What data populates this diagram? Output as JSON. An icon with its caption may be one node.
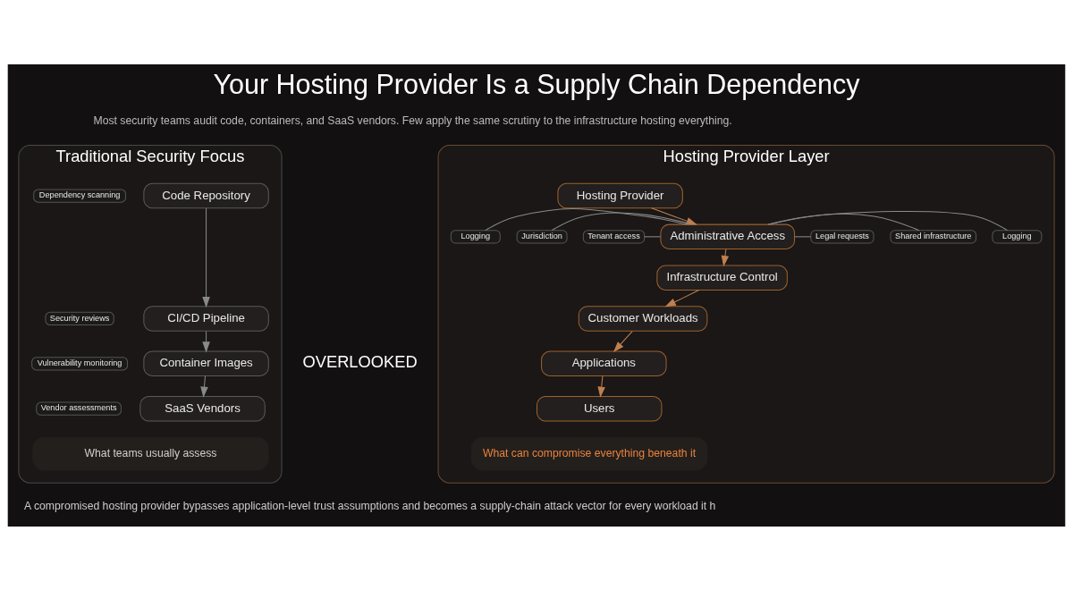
{
  "diagram": {
    "title": "Your Hosting Provider Is a Supply Chain Dependency",
    "caption": "A compromised hosting provider bypasses application-level trust assumptions and becomes a supply-chain attack vector for every workload it h",
    "nodes": [
      {
        "text": [
          "Traditional Security Focus"
        ]
      },
      {
        "text": [
          "Code Repository"
        ],
        "in": 0
      },
      {
        "text": [
          "Dependency scanning"
        ],
        "in": 0
      },
      {
        "text": [
          "CI/CD Pipeline"
        ],
        "in": 0
      },
      {
        "text": [
          "Security reviews"
        ],
        "in": 0
      },
      {
        "text": [
          "Container Images"
        ],
        "in": 0
      },
      {
        "text": [
          "Vulnerability monitoring"
        ],
        "in": 0
      },
      {
        "text": [
          "SaaS Vendors"
        ],
        "in": 0
      },
      {
        "text": [
          "Vendor assessments"
        ],
        "in": 0
      },
      {
        "text": [
          "What teams usually assess"
        ],
        "in": 0
      },
      {
        "text": [
          "Hosting Provider Layer"
        ]
      },
      {
        "text": [
          "Hosting Provider"
        ],
        "in": 10
      },
      {
        "text": [
          "Tenant access"
        ],
        "in": 10
      },
      {
        "text": [
          "Jurisdiction"
        ],
        "in": 10
      },
      {
        "text": [
          "Logging"
        ],
        "in": 10
      },
      {
        "text": [
          "Administrative Access"
        ],
        "in": 10
      },
      {
        "text": [
          "Logging"
        ],
        "in": 10
      },
      {
        "text": [
          "Shared infrastructure"
        ],
        "in": 10
      },
      {
        "text": [
          "Legal requests"
        ],
        "in": 10
      },
      {
        "text": [
          "Infrastructure Control"
        ],
        "in": 10
      },
      {
        "text": [
          "Customer Workloads"
        ],
        "in": 10
      },
      {
        "text": [
          "Applications"
        ],
        "in": 10
      },
      {
        "text": [
          "Users"
        ],
        "in": 10
      },
      {
        "text": [
          "What can compromise everything beneath it"
        ],
        "in": 10
      }
    ],
    "edges": [
      {
        "from": 1,
        "to": 3,
        "arrow": "to"
      },
      {
        "from": 3,
        "to": 5,
        "arrow": "to"
      },
      {
        "from": 5,
        "to": 7,
        "arrow": "to"
      },
      {
        "from": 11,
        "to": 15,
        "arrow": "to",
        "color": "#c08050"
      },
      {
        "from": 12,
        "to": 15,
        "arrow": "none"
      },
      {
        "from": 13,
        "to": 15,
        "arrow": "none"
      },
      {
        "from": 14,
        "to": 15,
        "arrow": "none"
      },
      {
        "from": 15,
        "to": 16,
        "arrow": "none"
      },
      {
        "from": 15,
        "to": 17,
        "arrow": "none"
      },
      {
        "from": 15,
        "to": 18,
        "arrow": "none"
      },
      {
        "from": 15,
        "to": 19,
        "arrow": "to",
        "color": "#c08050"
      },
      {
        "from": 19,
        "to": 20,
        "arrow": "to",
        "color": "#c08050"
      },
      {
        "from": 20,
        "to": 21,
        "arrow": "to",
        "color": "#c08050"
      },
      {
        "from": 21,
        "to": 22,
        "arrow": "to",
        "color": "#c08050"
      }
    ],
    "labels": [
      "Most security teams audit code, containers, and SaaS vendors. Few apply the same scrutiny to the infrastructure hosting everything.",
      "OVERLOOKED"
    ]
  }
}
